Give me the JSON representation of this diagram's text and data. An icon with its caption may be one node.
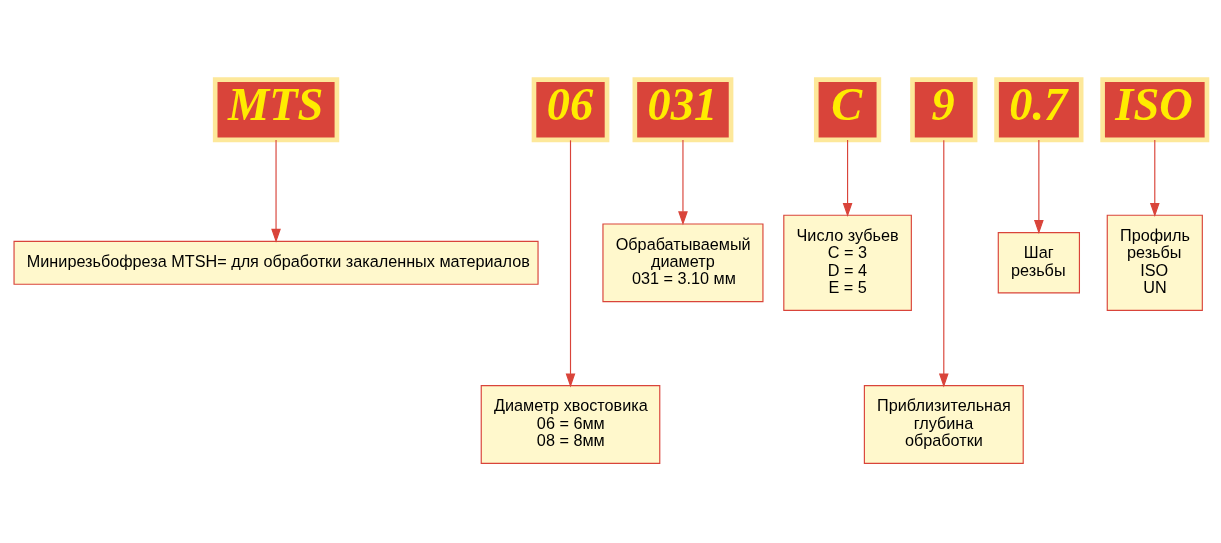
{
  "diagram": {
    "nodes": [
      {
        "text": [
          "MTS"
        ]
      },
      {
        "text": [
          "06"
        ]
      },
      {
        "text": [
          "031"
        ]
      },
      {
        "text": [
          "C"
        ]
      },
      {
        "text": [
          "9"
        ]
      },
      {
        "text": [
          "0.7"
        ]
      },
      {
        "text": [
          "ISO"
        ]
      },
      {
        "text": [
          "Минирезьбофреза MTSH= для обработки закаленных материалов"
        ]
      },
      {
        "text": [
          "Диаметр хвостовика 06 = 6мм 08 = 8мм"
        ]
      },
      {
        "text": [
          "Обрабатываемый диаметр 031 = 3.10 мм"
        ]
      },
      {
        "text": [
          "Число зубьев C = 3 D = 4 E = 5"
        ]
      },
      {
        "text": [
          "Приблизительная глубина обработки"
        ]
      },
      {
        "text": [
          "Шаг резьбы"
        ]
      },
      {
        "text": [
          "Профиль резьбы ISO UN"
        ]
      }
    ],
    "edges": [
      {
        "from": 0,
        "to": 7,
        "arrow": "to"
      },
      {
        "from": 1,
        "to": 8,
        "arrow": "to"
      },
      {
        "from": 2,
        "to": 9,
        "arrow": "to"
      },
      {
        "from": 3,
        "to": 10,
        "arrow": "to"
      },
      {
        "from": 4,
        "to": 11,
        "arrow": "to"
      },
      {
        "from": 5,
        "to": 12,
        "arrow": "to"
      },
      {
        "from": 6,
        "to": 13,
        "arrow": "to"
      }
    ]
  }
}
